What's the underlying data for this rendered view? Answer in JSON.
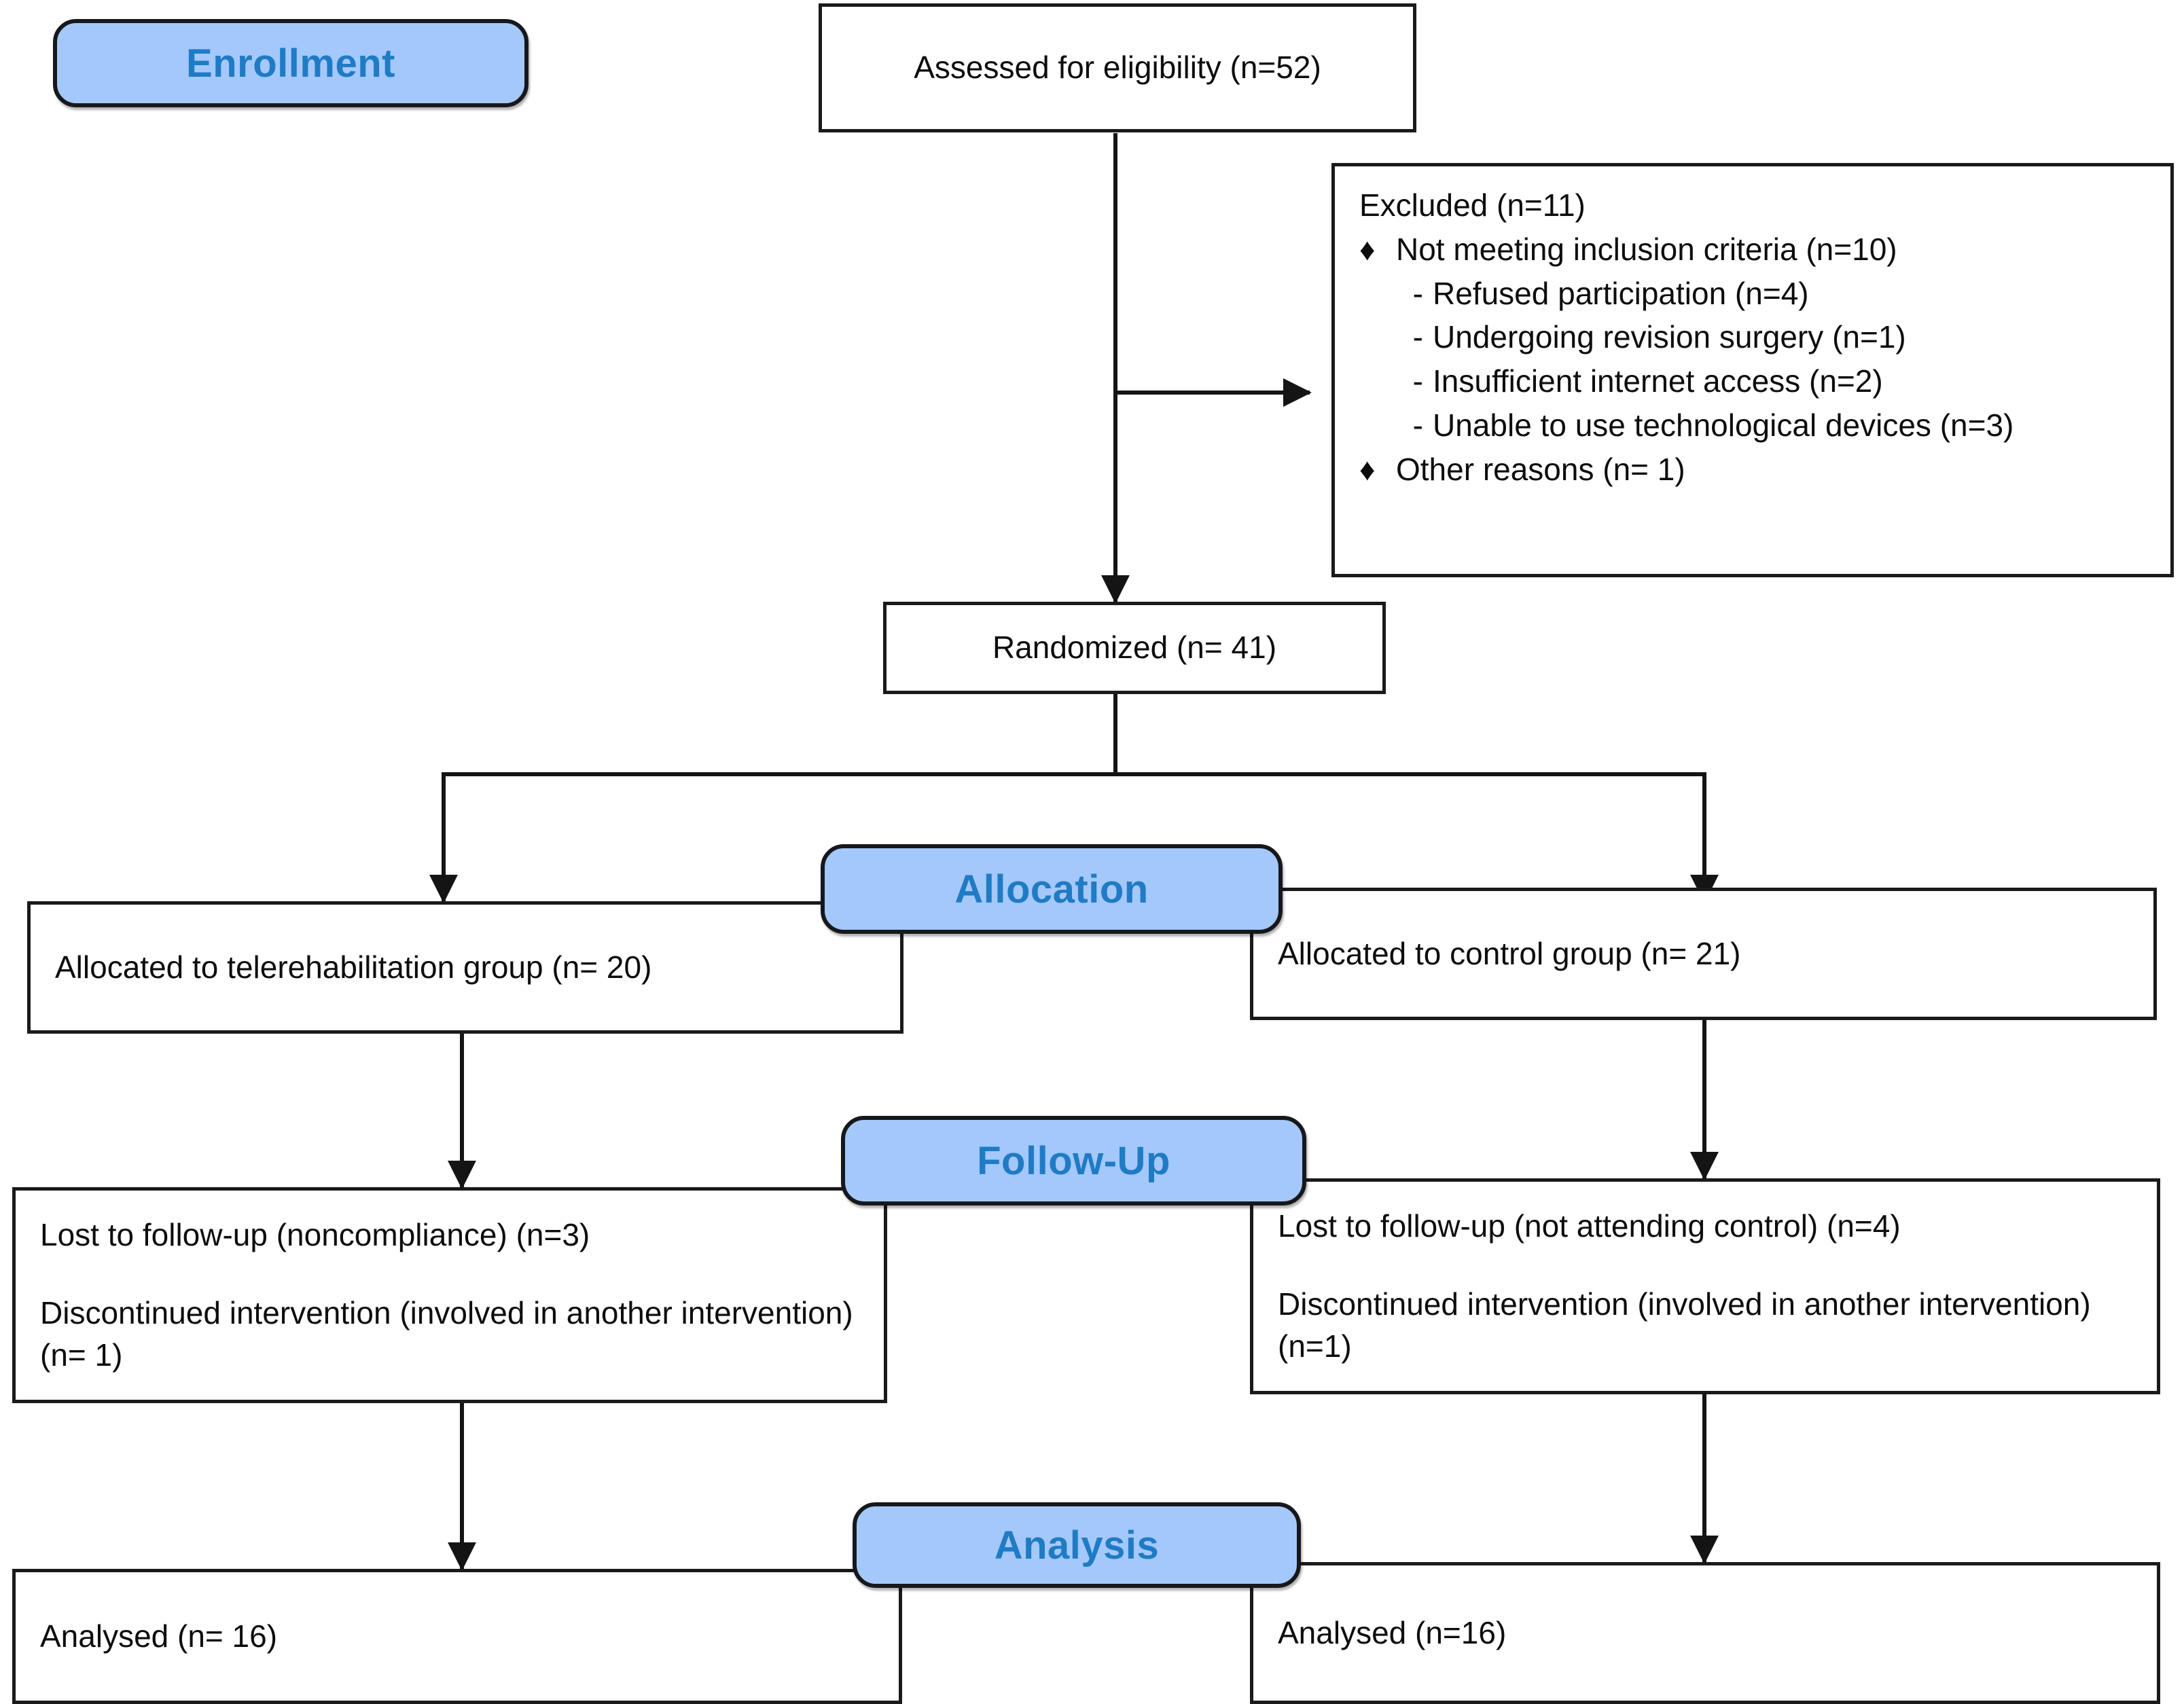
{
  "diagram": {
    "title": "CONSORT participant flow diagram",
    "colors": {
      "stage_fill": "#a4c8fa",
      "stage_text": "#1f7bc4",
      "box_border": "#1a1a1a",
      "box_fill": "#ffffff",
      "text": "#0d0d0d"
    },
    "stages": [
      {
        "id": "enrollment",
        "label": "Enrollment"
      },
      {
        "id": "allocation",
        "label": "Allocation"
      },
      {
        "id": "followup",
        "label": "Follow-Up"
      },
      {
        "id": "analysis",
        "label": "Analysis"
      }
    ],
    "nodes": {
      "assessed": {
        "text": "Assessed for eligibility (n=52)"
      },
      "excluded": {
        "title": "Excluded (n=11)",
        "items": [
          {
            "mark": "♦",
            "level": 1,
            "text": "Not meeting inclusion criteria (n=10)"
          },
          {
            "mark": "-",
            "level": 2,
            "text": "Refused participation (n=4)"
          },
          {
            "mark": "-",
            "level": 2,
            "text": "Undergoing revision surgery (n=1)"
          },
          {
            "mark": "-",
            "level": 2,
            "text": "Insufficient internet access (n=2)"
          },
          {
            "mark": "-",
            "level": 2,
            "text": "Unable to use technological devices (n=3)"
          },
          {
            "mark": "♦",
            "level": 1,
            "text": "Other reasons (n= 1)"
          }
        ]
      },
      "randomized": {
        "text": "Randomized (n= 41)"
      },
      "alloc_left": {
        "text": "Allocated to telerehabilitation group (n= 20)"
      },
      "alloc_right": {
        "text": "Allocated to control group (n= 21)"
      },
      "followup_left": {
        "line1": "Lost to follow-up (noncompliance) (n=3)",
        "line2": "Discontinued intervention (involved in another intervention) (n= 1)"
      },
      "followup_right": {
        "line1": "Lost to follow-up (not attending control) (n=4)",
        "line2": "Discontinued intervention (involved in another intervention) (n=1)"
      },
      "analysed_left": {
        "text": "Analysed (n= 16)"
      },
      "analysed_right": {
        "text": "Analysed (n=16)"
      }
    }
  }
}
